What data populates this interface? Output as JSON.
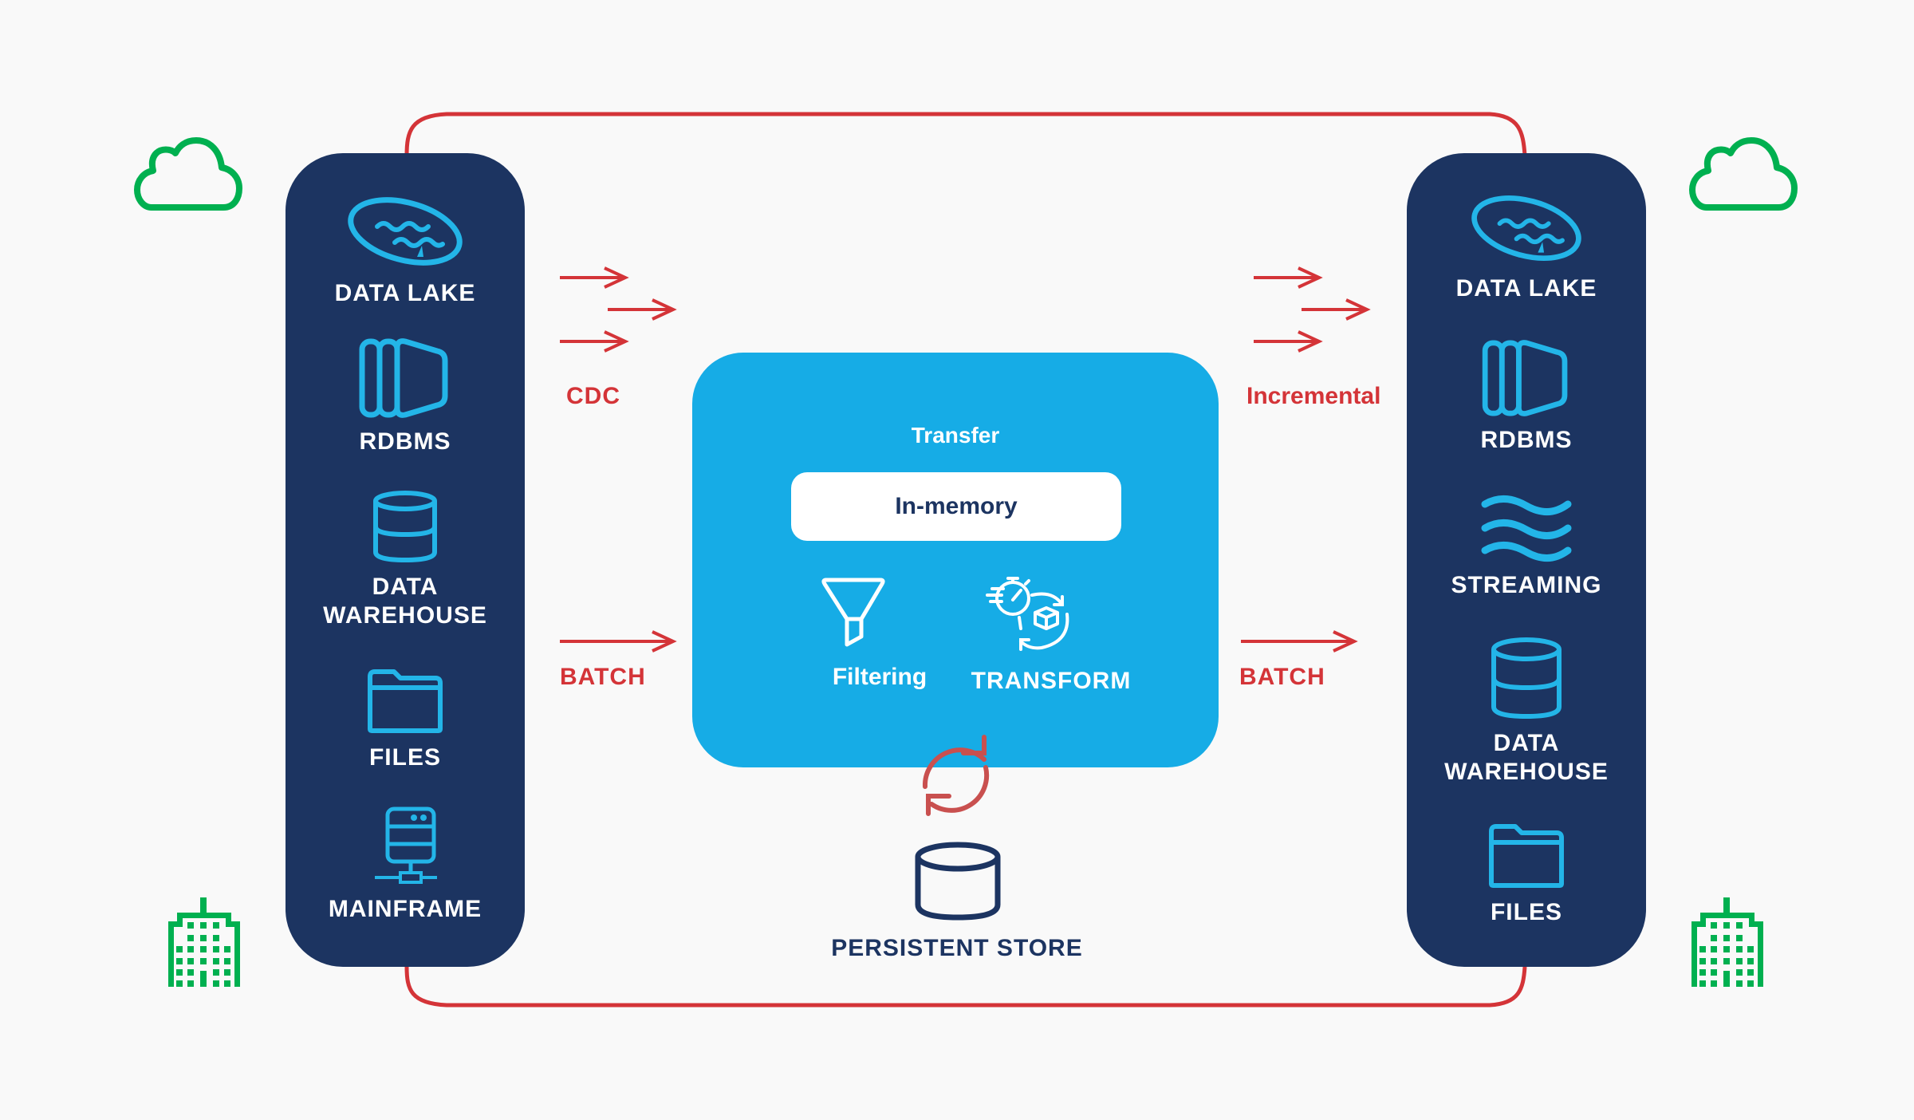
{
  "diagram": {
    "colors": {
      "background": "#f9f9f9",
      "panel": "#1c3461",
      "panel_icon": "#23b5e8",
      "transfer_box": "#16ace6",
      "flow_red": "#d43438",
      "sync_red": "#c9504f",
      "cloud_green": "#00b050"
    },
    "sources": {
      "environment_icons": [
        "cloud-icon",
        "building-icon"
      ],
      "items": [
        {
          "icon": "data-lake-icon",
          "label": "DATA LAKE"
        },
        {
          "icon": "rdbms-icon",
          "label": "RDBMS"
        },
        {
          "icon": "data-warehouse-icon",
          "label": "DATA\nWAREHOUSE"
        },
        {
          "icon": "folder-icon",
          "label": "FILES"
        },
        {
          "icon": "mainframe-icon",
          "label": "MAINFRAME"
        }
      ]
    },
    "inbound_flows": {
      "cdc_label": "CDC",
      "batch_label": "BATCH"
    },
    "transfer": {
      "title": "Transfer",
      "in_memory_label": "In-memory",
      "filtering_label": "Filtering",
      "transform_label": "TRANSFORM"
    },
    "persistent_store": {
      "label": "PERSISTENT STORE"
    },
    "outbound_flows": {
      "incremental_label": "Incremental",
      "batch_label": "BATCH"
    },
    "targets": {
      "environment_icons": [
        "cloud-icon",
        "building-icon"
      ],
      "items": [
        {
          "icon": "data-lake-icon",
          "label": "DATA LAKE"
        },
        {
          "icon": "rdbms-icon",
          "label": "RDBMS"
        },
        {
          "icon": "streaming-icon",
          "label": "STREAMING"
        },
        {
          "icon": "data-warehouse-icon",
          "label": "DATA\nWAREHOUSE"
        },
        {
          "icon": "folder-icon",
          "label": "FILES"
        }
      ]
    }
  }
}
